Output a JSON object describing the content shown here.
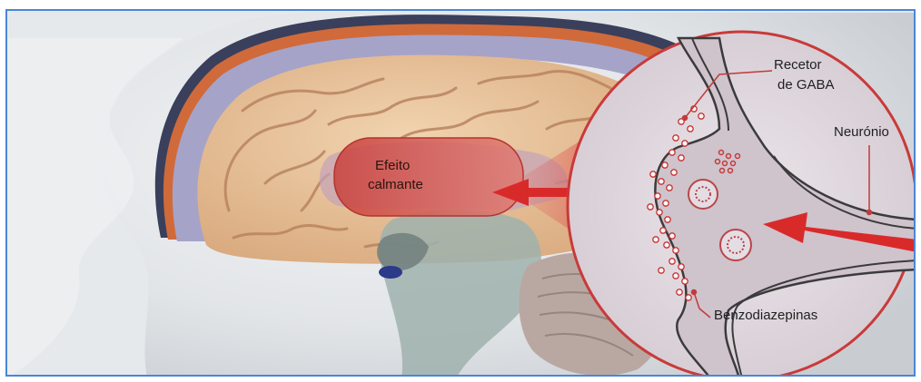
{
  "labels": {
    "effect_line1": "Efeito",
    "effect_line2": "calmante",
    "receptor_line1": "Recetor",
    "receptor_line2": "de GABA",
    "neuron": "Neurónio",
    "benzodiazepines": "Benzodiazepinas"
  },
  "colors": {
    "frame_border": "#4a86d6",
    "arrow_red": "#d92a2a",
    "effect_region": "#d9675f",
    "brain_tissue": "#e8c29a",
    "skin": "#e4e7ea",
    "zoom_circle_border": "#c93a3a",
    "receptor_dot": "#c83232"
  }
}
